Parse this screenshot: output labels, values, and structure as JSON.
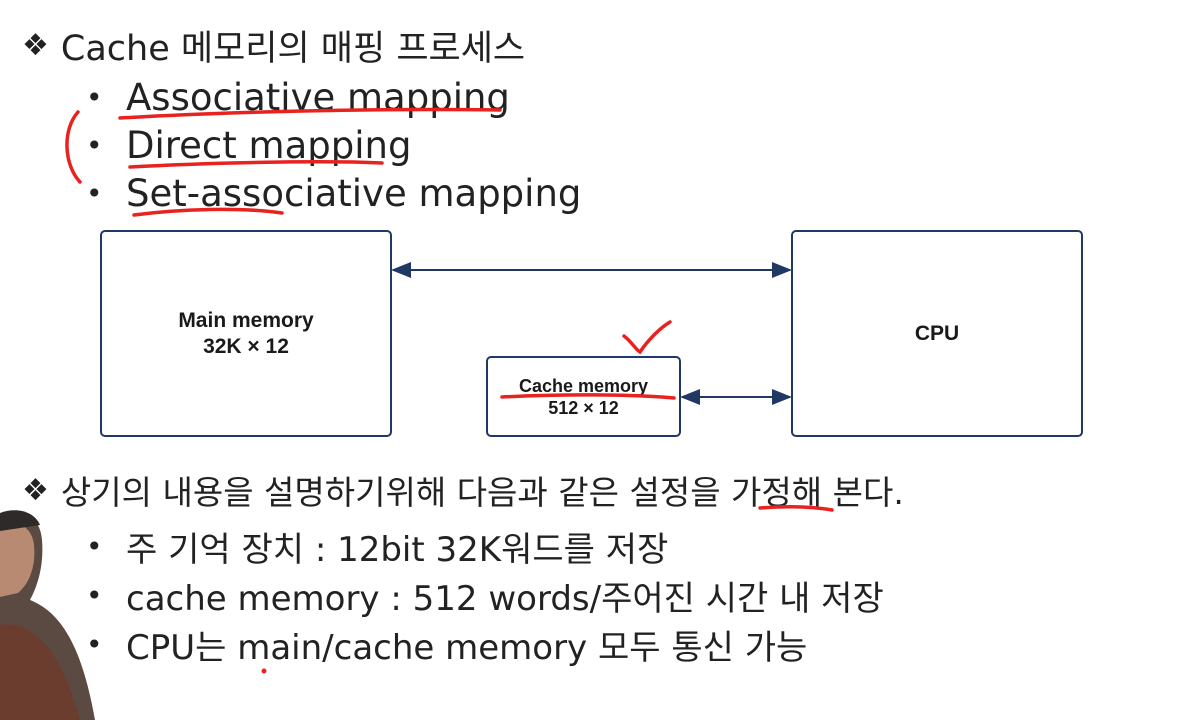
{
  "heading1": {
    "marker": "❖",
    "text": "Cache 메모리의 매핑 프로세스"
  },
  "mapping_list": [
    {
      "marker": "•",
      "text": "Associative mapping"
    },
    {
      "marker": "•",
      "text": "Direct mapping"
    },
    {
      "marker": "•",
      "text": "Set-associative mapping"
    }
  ],
  "diagram": {
    "main_memory": {
      "name": "Main memory",
      "size": "32K × 12"
    },
    "cpu": {
      "name": "CPU"
    },
    "cache_memory": {
      "name": "Cache memory",
      "size": "512 × 12"
    }
  },
  "heading2": {
    "marker": "❖",
    "text": "상기의 내용을 설명하기위해 다음과 같은 설정을 가정해 본다."
  },
  "assumptions": [
    {
      "marker": "•",
      "text": "주 기억 장치 : 12bit  32K워드를 저장"
    },
    {
      "marker": "•",
      "text": "cache memory : 512 words/주어진 시간 내 저장"
    },
    {
      "marker": "•",
      "text": "CPU는 main/cache memory 모두 통신 가능"
    }
  ],
  "colors": {
    "ink": "#e8231f",
    "box_border": "#1f3864",
    "text": "#222222"
  }
}
